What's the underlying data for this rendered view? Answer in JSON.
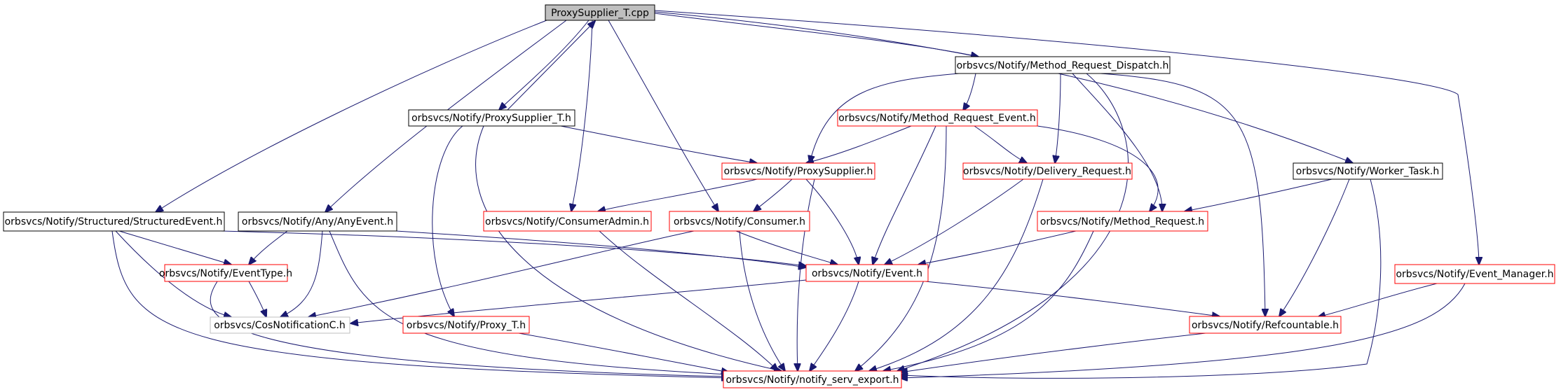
{
  "colors": {
    "edge": "#191970",
    "root_fill": "#bfbfbf",
    "root_border": "#000000",
    "documented_border": "#000000",
    "undocumented_border": "#ff0000",
    "external_border": "#bfbfbf"
  },
  "nodes": {
    "root": "ProxySupplier_T.cpp",
    "method_request_dispatch": "orbsvcs/Notify/Method_Request_Dispatch.h",
    "proxysupplier_t_h": "orbsvcs/Notify/ProxySupplier_T.h",
    "method_request_event": "orbsvcs/Notify/Method_Request_Event.h",
    "proxysupplier": "orbsvcs/Notify/ProxySupplier.h",
    "delivery_request": "orbsvcs/Notify/Delivery_Request.h",
    "worker_task": "orbsvcs/Notify/Worker_Task.h",
    "structured_event": "orbsvcs/Notify/Structured/StructuredEvent.h",
    "any_event": "orbsvcs/Notify/Any/AnyEvent.h",
    "consumer_admin": "orbsvcs/Notify/ConsumerAdmin.h",
    "consumer": "orbsvcs/Notify/Consumer.h",
    "method_request": "orbsvcs/Notify/Method_Request.h",
    "event_type": "orbsvcs/Notify/EventType.h",
    "event": "orbsvcs/Notify/Event.h",
    "event_manager": "orbsvcs/Notify/Event_Manager.h",
    "cos_notification": "orbsvcs/CosNotificationC.h",
    "proxy_t": "orbsvcs/Notify/Proxy_T.h",
    "refcountable": "orbsvcs/Notify/Refcountable.h",
    "notify_serv_export": "orbsvcs/Notify/notify_serv_export.h"
  }
}
